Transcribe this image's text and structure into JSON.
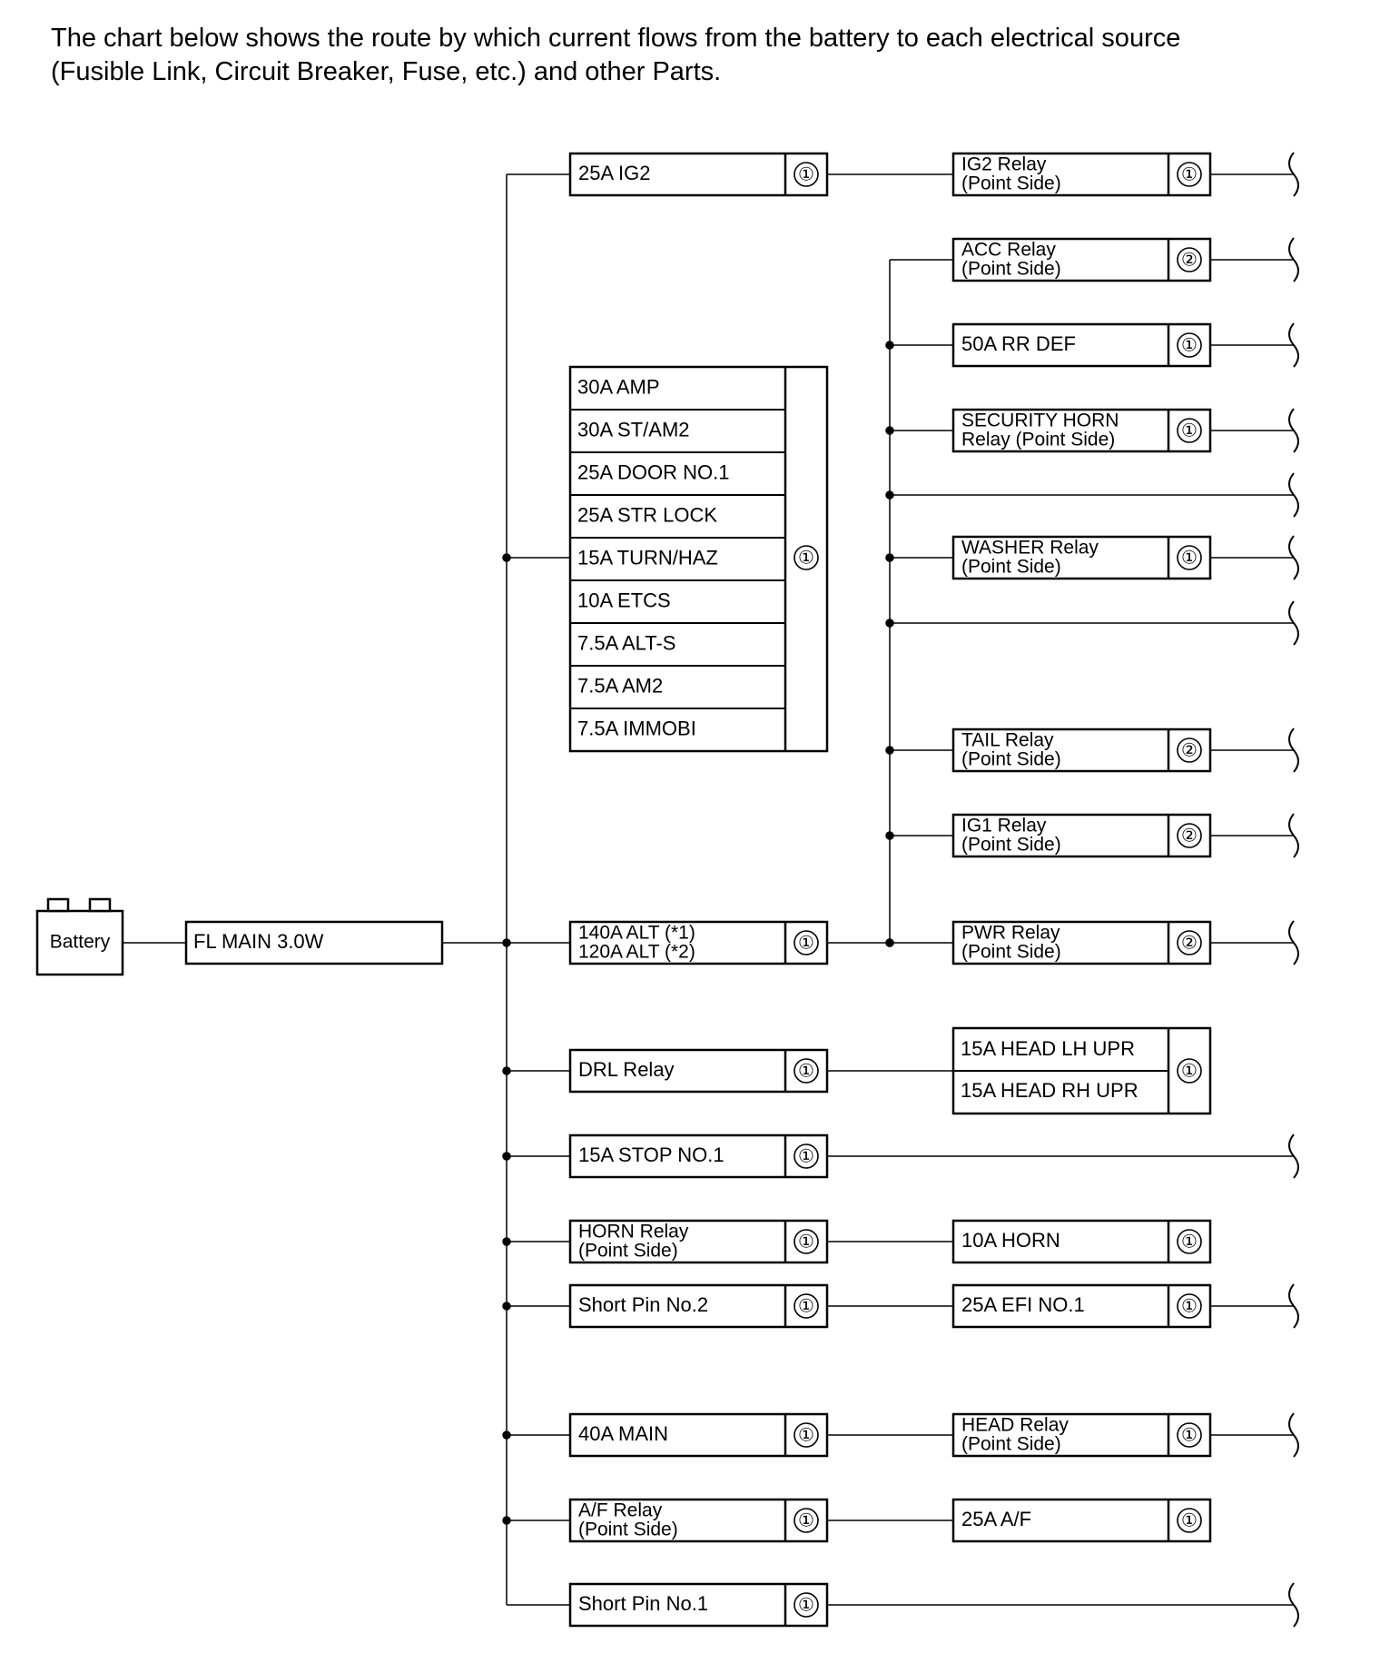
{
  "header": {
    "line1": "The chart below shows the route by which current flows from the battery to each electrical source",
    "line2": "(Fusible Link, Circuit Breaker, Fuse, etc.) and other Parts."
  },
  "source": {
    "battery": "Battery",
    "main_link": "FL MAIN 3.0W"
  },
  "fuse_group": {
    "items": [
      "30A AMP",
      "30A ST/AM2",
      "25A DOOR NO.1",
      "25A STR LOCK",
      "15A TURN/HAZ",
      "10A ETCS",
      "7.5A ALT-S",
      "7.5A AM2",
      "7.5A IMMOBI"
    ],
    "marker": "①"
  },
  "left_column": [
    {
      "label": "25A IG2",
      "marker": "①"
    },
    {
      "label": [
        "140A ALT (*1)",
        "120A ALT (*2)"
      ],
      "marker": "①"
    },
    {
      "label": "DRL Relay",
      "marker": "①"
    },
    {
      "label": "15A STOP NO.1",
      "marker": "①"
    },
    {
      "label": [
        "HORN Relay",
        "(Point Side)"
      ],
      "marker": "①"
    },
    {
      "label": "Short Pin No.2",
      "marker": "①"
    },
    {
      "label": "40A MAIN",
      "marker": "①"
    },
    {
      "label": [
        "A/F Relay",
        "(Point Side)"
      ],
      "marker": "①"
    },
    {
      "label": "Short Pin No.1",
      "marker": "①"
    }
  ],
  "right_column": [
    {
      "label": [
        "IG2 Relay",
        "(Point Side)"
      ],
      "marker": "①"
    },
    {
      "label": [
        "ACC Relay",
        "(Point Side)"
      ],
      "marker": "②"
    },
    {
      "label": "50A RR DEF",
      "marker": "①"
    },
    {
      "label": [
        "SECURITY HORN",
        "Relay (Point Side)"
      ],
      "marker": "①"
    },
    {
      "label": [
        "WASHER Relay",
        "(Point Side)"
      ],
      "marker": "①"
    },
    {
      "label": [
        "TAIL Relay",
        "(Point Side)"
      ],
      "marker": "②"
    },
    {
      "label": [
        "IG1 Relay",
        "(Point Side)"
      ],
      "marker": "②"
    },
    {
      "label": [
        "PWR Relay",
        "(Point Side)"
      ],
      "marker": "②"
    },
    {
      "label": [
        "15A HEAD LH UPR",
        "15A HEAD RH UPR"
      ],
      "marker": "①"
    },
    {
      "label": "10A HORN",
      "marker": "①"
    },
    {
      "label": "25A EFI NO.1",
      "marker": "①"
    },
    {
      "label": [
        "HEAD Relay",
        "(Point Side)"
      ],
      "marker": "①"
    },
    {
      "label": "25A A/F",
      "marker": "①"
    }
  ]
}
